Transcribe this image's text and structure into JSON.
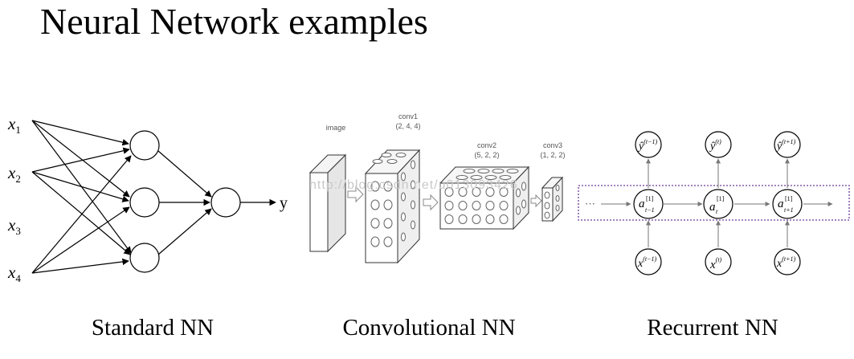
{
  "title": "Neural Network examples",
  "standard_nn": {
    "caption": "Standard NN",
    "inputs": [
      "x",
      "x",
      "x",
      "x"
    ],
    "input_subscripts": [
      "1",
      "2",
      "3",
      "4"
    ],
    "output": "y"
  },
  "convolutional_nn": {
    "caption": "Convolutional NN",
    "image_label": "image",
    "conv1_label": "conv1",
    "conv1_dims": "(2, 4, 4)",
    "conv2_label": "conv2",
    "conv2_dims": "(5, 2, 2)",
    "conv3_label": "conv3",
    "conv3_dims": "(1, 2, 2)"
  },
  "recurrent_nn": {
    "caption": "Recurrent NN",
    "ellipsis": "···",
    "layer_superscript": "[1]",
    "output_symbol": "ŷ",
    "input_symbol": "x",
    "hidden_symbol": "a",
    "time_sup": [
      "(t−1)",
      "(t)",
      "(t+1)"
    ],
    "hidden_sub": [
      "t−1",
      "t",
      "t+1"
    ],
    "frame_color": "#6a3d9a"
  },
  "watermark": "http://blog.csdn.net/u013093426"
}
